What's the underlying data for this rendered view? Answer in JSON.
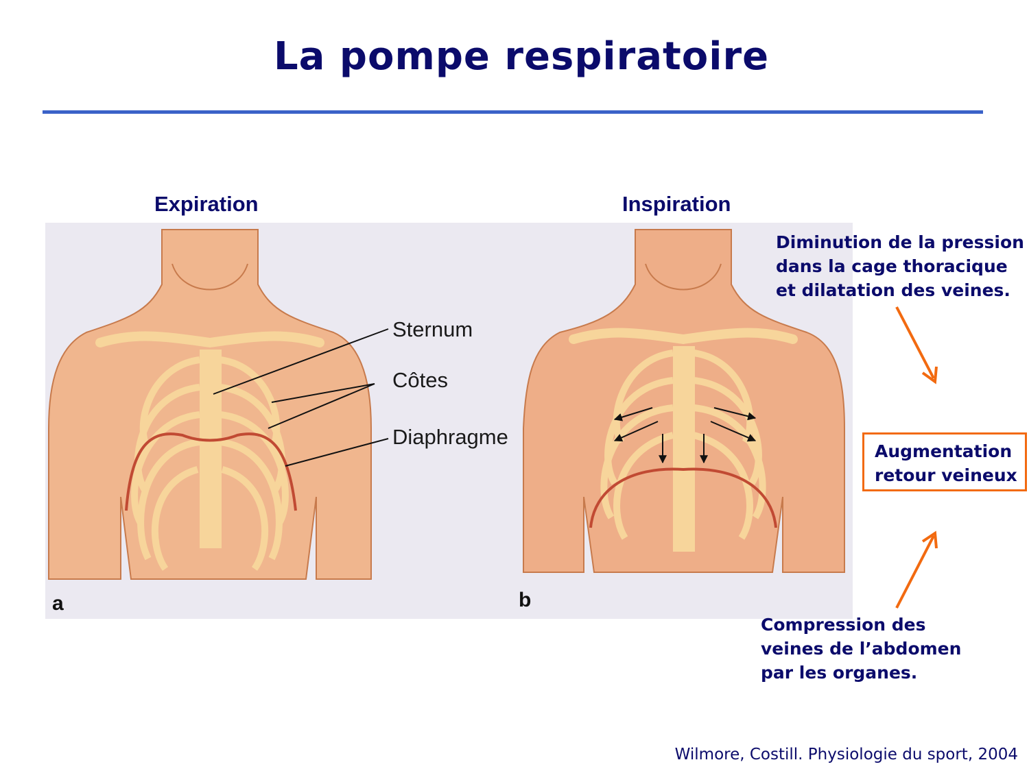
{
  "slide": {
    "title": "La pompe respiratoire",
    "accent_color": "#3a62c8",
    "title_color": "#0b0b6b",
    "highlight_color": "#f26a10"
  },
  "figure": {
    "panels": [
      {
        "heading": "Expiration",
        "letter": "a"
      },
      {
        "heading": "Inspiration",
        "letter": "b"
      }
    ],
    "labels": {
      "sternum": "Sternum",
      "cotes": "Côtes",
      "diaphragme": "Diaphragme"
    }
  },
  "annotations": {
    "top": "Diminution de la pression\ndans la cage thoracique\net dilatation des veines.",
    "box": "Augmentation\nretour veineux",
    "bottom": "Compression des\nveines de l’abdomen\npar les organes."
  },
  "credit": "Wilmore, Costill. Physiologie du sport, 2004"
}
